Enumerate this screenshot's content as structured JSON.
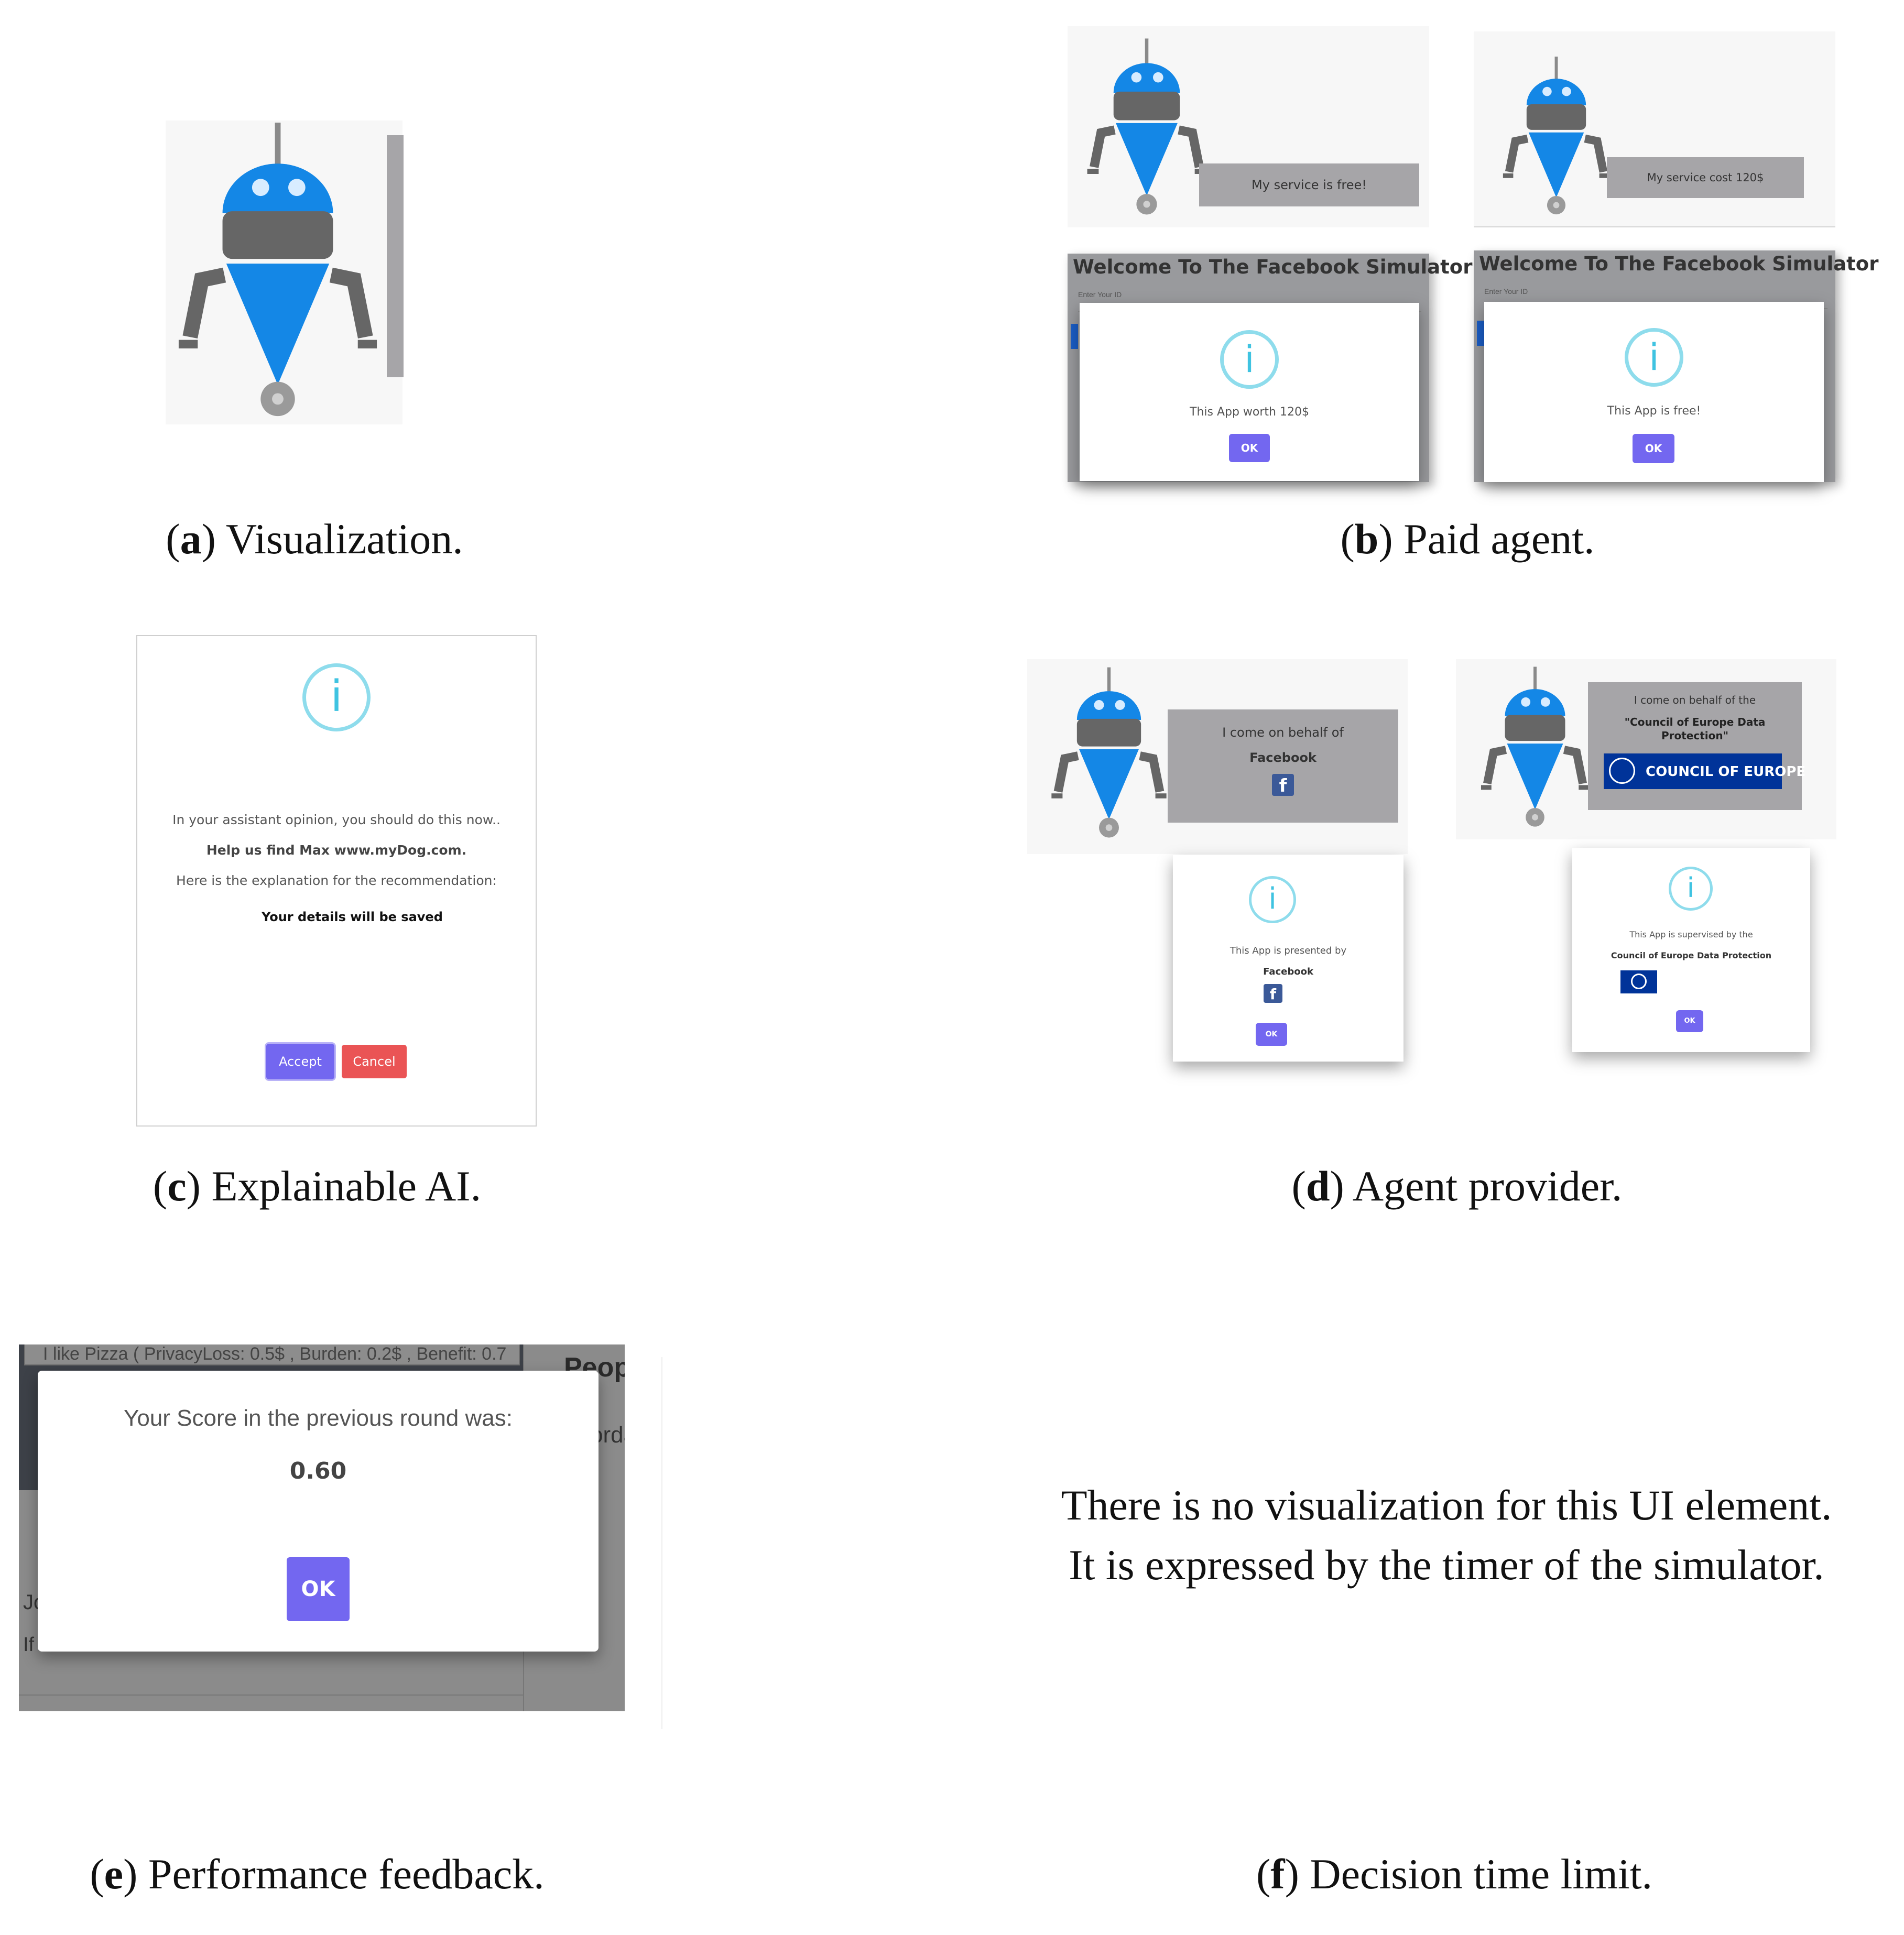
{
  "panels": {
    "a": {
      "caption_letter": "a",
      "caption_text": "Visualization."
    },
    "b": {
      "caption_letter": "b",
      "caption_text": "Paid agent.",
      "left_bubble": "My service is free!",
      "right_bubble": "My service cost 120$",
      "left_sim_title": "Welcome To The Facebook Simulator",
      "right_sim_title": "Welcome To The Facebook Simulator",
      "left_sim_input_placeholder": "Enter Your ID",
      "right_sim_input_placeholder": "Enter Your ID",
      "left_modal_text": "This App worth 120$",
      "right_modal_text": "This App is free!",
      "ok_label": "OK"
    },
    "c": {
      "caption_letter": "c",
      "caption_text": "Explainable AI.",
      "line1": "In your assistant opinion, you should do this now..",
      "line2": "Help us find Max www.myDog.com.",
      "line3": "Here is the explanation for the recommendation:",
      "line4": "Your details will be saved",
      "accept_label": "Accept",
      "cancel_label": "Cancel"
    },
    "d": {
      "caption_letter": "d",
      "caption_text": "Agent provider.",
      "left_bubble_line1": "I come on behalf of",
      "left_bubble_line2": "Facebook",
      "right_bubble_line1": "I come on behalf of the",
      "right_bubble_line2": "\"Council of Europe Data",
      "right_bubble_line3": "Protection\"",
      "coe_logo_text": "COUNCIL OF EUROPE",
      "left_modal_line1": "This App is presented by",
      "left_modal_line2": "Facebook",
      "right_modal_line1": "This App is supervised by the",
      "right_modal_line2": "Council of Europe Data Protection",
      "ok_label": "OK"
    },
    "e": {
      "caption_letter": "e",
      "caption_text": "Performance feedback.",
      "bg_dropdown_text": "I like Pizza ( PrivacyLoss: 0.5$ , Burden: 0.2$ , Benefit: 0.7",
      "bg_side_heading": "People",
      "bg_side_text": "orda",
      "bg_row_text1": "Jo",
      "bg_row_text2": "If there is no flour eat cakes",
      "score_label": "Your Score in the previous round was:",
      "score_value": "0.60",
      "ok_label": "OK"
    },
    "f": {
      "caption_letter": "f",
      "caption_text": "Decision time limit.",
      "text_line1": "There is no visualization for this UI element.",
      "text_line2": "It is expressed by the timer of the simulator."
    }
  },
  "colors": {
    "robot_blue": "#1487e6",
    "robot_gray": "#666666",
    "bubble_gray": "#a6a5a8",
    "ok_purple": "#7367f0",
    "cancel_red": "#ea5455",
    "info_cyan": "#3fc3e1",
    "facebook_blue": "#3b5998",
    "coe_blue": "#003399"
  }
}
